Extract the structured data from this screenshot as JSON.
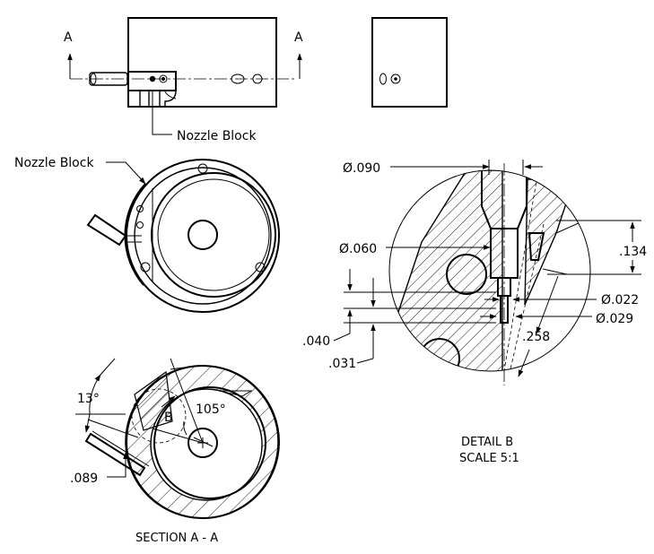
{
  "views": {
    "top_left": {
      "section_marker_left": "A",
      "section_marker_right": "A",
      "callout": "Nozzle Block"
    },
    "front": {
      "callout": "Nozzle Block"
    },
    "section": {
      "angle_13": "13°",
      "angle_105": "105°",
      "detail_ref": "B",
      "dim_089": ".089",
      "caption": "SECTION A - A"
    },
    "detail": {
      "dia_090": "Ø.090",
      "dia_060": "Ø.060",
      "dim_134": ".134",
      "dia_022": "Ø.022",
      "dia_029": "Ø.029",
      "dim_258": ".258",
      "dim_040": ".040",
      "dim_031": ".031",
      "caption_line1": "DETAIL B",
      "caption_line2": "SCALE 5:1"
    }
  }
}
